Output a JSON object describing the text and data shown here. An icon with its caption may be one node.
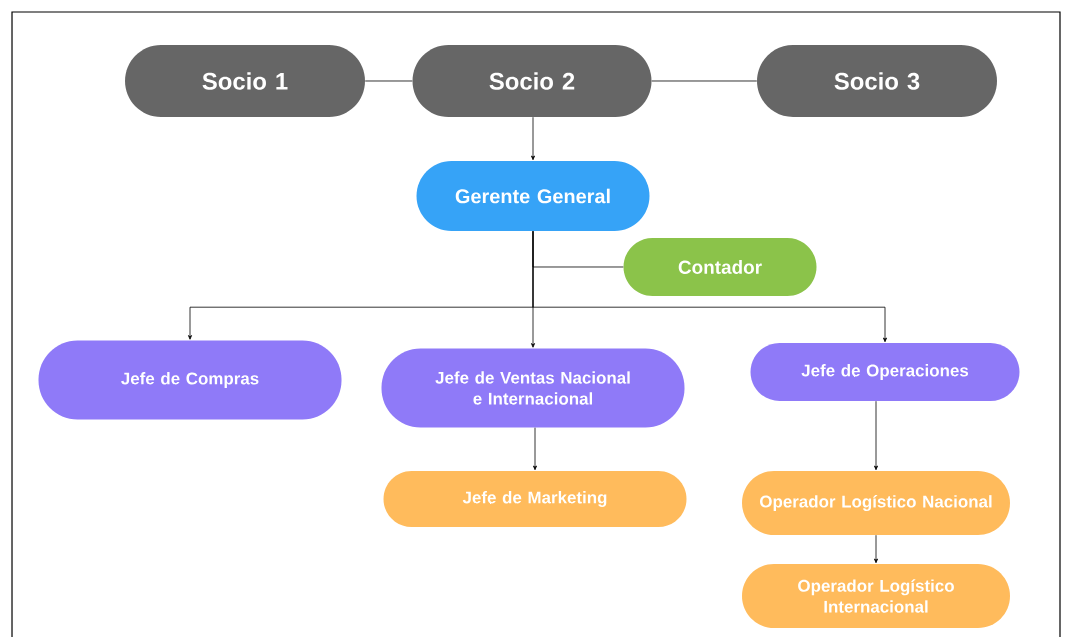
{
  "diagram": {
    "nodes": [
      {
        "text": [
          "Socio 1"
        ]
      },
      {
        "text": [
          "Socio 2"
        ]
      },
      {
        "text": [
          "Socio 3"
        ]
      },
      {
        "text": [
          "Gerente General"
        ]
      },
      {
        "text": [
          "Contador"
        ]
      },
      {
        "text": [
          "Jefe de Compras"
        ]
      },
      {
        "text": [
          "Jefe de Ventas Nacional e Internacional"
        ]
      },
      {
        "text": [
          "Jefe de Operaciones"
        ]
      },
      {
        "text": [
          "Jefe de Marketing"
        ]
      },
      {
        "text": [
          "Operador Logístico Nacional"
        ]
      },
      {
        "text": [
          "Operador Logístico Internacional"
        ]
      }
    ],
    "edges": [
      {
        "from": 0,
        "to": 1,
        "arrow": "none"
      },
      {
        "from": 1,
        "to": 2,
        "arrow": "none"
      },
      {
        "from": 1,
        "to": 3,
        "arrow": "to"
      },
      {
        "from": 3,
        "to": 4,
        "arrow": "none"
      },
      {
        "from": 3,
        "to": 5,
        "arrow": "to"
      },
      {
        "from": 3,
        "to": 6,
        "arrow": "to"
      },
      {
        "from": 3,
        "to": 7,
        "arrow": "to"
      },
      {
        "from": 6,
        "to": 8,
        "arrow": "to"
      },
      {
        "from": 7,
        "to": 9,
        "arrow": "to"
      },
      {
        "from": 9,
        "to": 10,
        "arrow": "to"
      }
    ]
  }
}
